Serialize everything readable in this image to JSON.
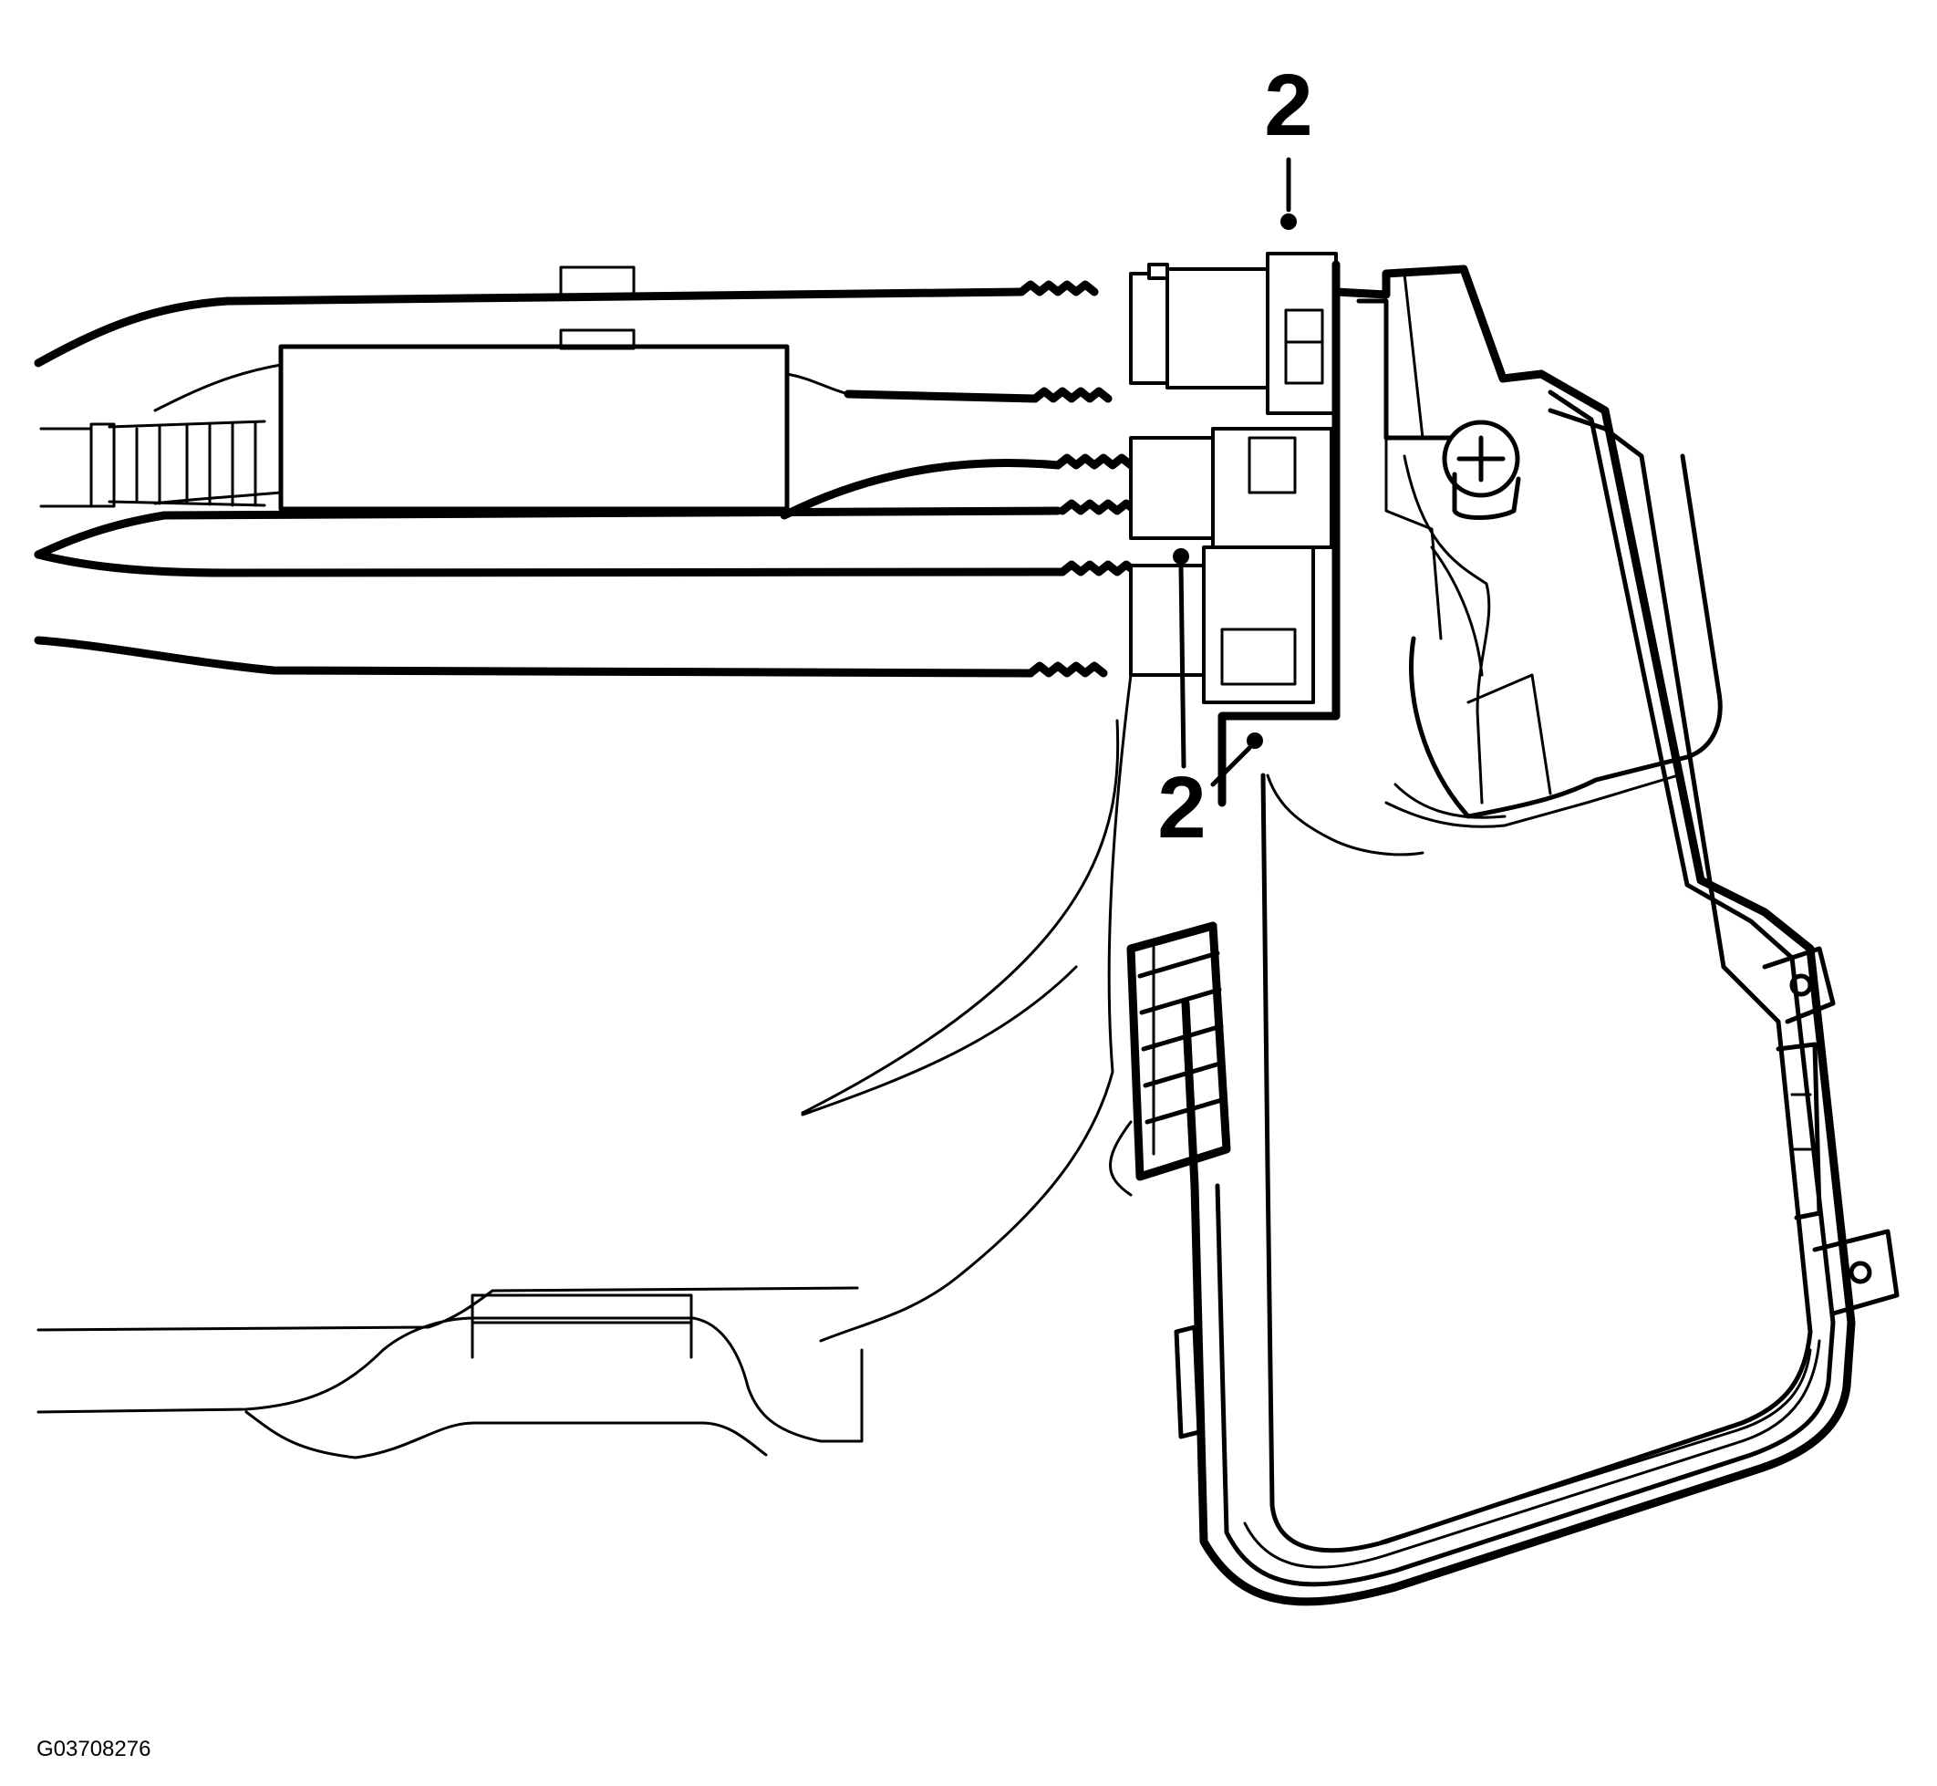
{
  "callouts": [
    {
      "id": "callout-top",
      "label": "2"
    },
    {
      "id": "callout-bottom",
      "label": "2"
    }
  ],
  "figure_id": "G03708276",
  "colors": {
    "line": "#000000",
    "background": "#ffffff"
  }
}
